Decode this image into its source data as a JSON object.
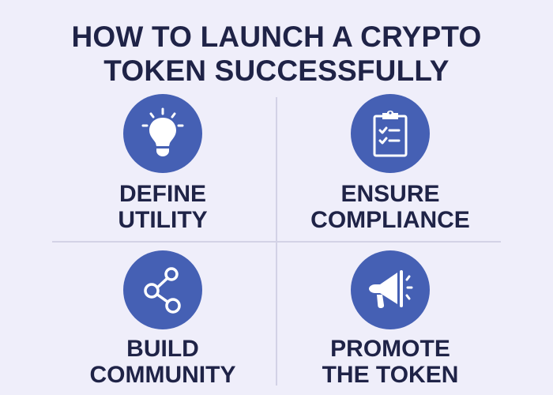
{
  "title": {
    "line1": "HOW TO LAUNCH A CRYPTO",
    "line2": "TOKEN SUCCESSFULLY"
  },
  "colors": {
    "background": "#efeefa",
    "accent": "#4560b4",
    "text": "#1f2347",
    "divider": "#d3d2e6",
    "icon": "#ffffff"
  },
  "steps": [
    {
      "icon": "lightbulb-icon",
      "line1": "DEFINE",
      "line2": "UTILITY"
    },
    {
      "icon": "clipboard-checklist-icon",
      "line1": "ENSURE",
      "line2": "COMPLIANCE"
    },
    {
      "icon": "share-network-icon",
      "line1": "BUILD",
      "line2": "COMMUNITY"
    },
    {
      "icon": "megaphone-icon",
      "line1": "PROMOTE",
      "line2": "THE TOKEN"
    }
  ]
}
